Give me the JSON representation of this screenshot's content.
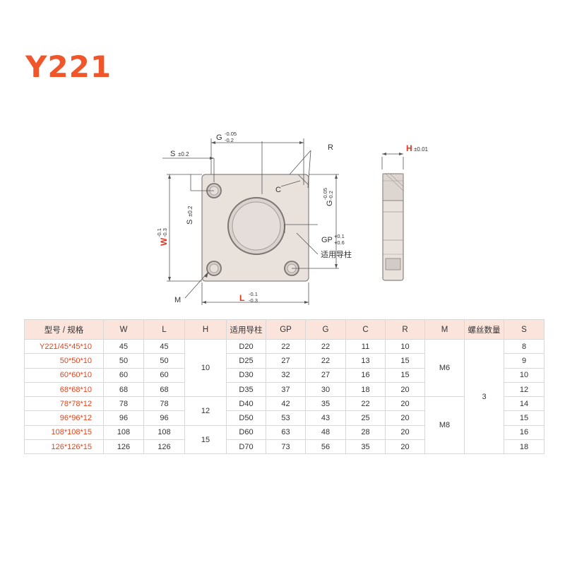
{
  "title": "Y221",
  "drawing": {
    "dim_g_top": "G",
    "dim_g_tol_upper": "-0.05",
    "dim_g_tol_lower": "-0.2",
    "dim_r": "R",
    "dim_s_top": "S",
    "dim_s_top_tol": "±0.2",
    "dim_s_side": "S",
    "dim_s_side_tol": "±0.2",
    "dim_c": "C",
    "dim_w": "W",
    "dim_w_tol_upper": "-0.1",
    "dim_w_tol_lower": "-0.3",
    "dim_g_side": "G",
    "dim_g_side_tol_upper": "-0.05",
    "dim_g_side_tol_lower": "-0.2",
    "dim_gp": "GP",
    "dim_gp_tol_upper": "+0.1",
    "dim_gp_tol_lower": "+0.6",
    "guide_post_label": "适用导柱",
    "dim_m": "M",
    "dim_l": "L",
    "dim_l_tol_upper": "-0.1",
    "dim_l_tol_lower": "-0.3",
    "dim_h": "H",
    "dim_h_tol": "±0.01",
    "accent_color": "#e8321e"
  },
  "table": {
    "headers": [
      "型号 / 规格",
      "W",
      "L",
      "H",
      "适用导柱",
      "GP",
      "G",
      "C",
      "R",
      "M",
      "螺丝数量",
      "S"
    ],
    "rows": [
      {
        "model": "Y221/45*45*10",
        "w": "45",
        "l": "45",
        "post": "D20",
        "gp": "22",
        "g": "22",
        "c": "11",
        "r": "10",
        "s": "8"
      },
      {
        "model": "50*50*10",
        "w": "50",
        "l": "50",
        "post": "D25",
        "gp": "27",
        "g": "22",
        "c": "13",
        "r": "15",
        "s": "9"
      },
      {
        "model": "60*60*10",
        "w": "60",
        "l": "60",
        "post": "D30",
        "gp": "32",
        "g": "27",
        "c": "16",
        "r": "15",
        "s": "10"
      },
      {
        "model": "68*68*10",
        "w": "68",
        "l": "68",
        "post": "D35",
        "gp": "37",
        "g": "30",
        "c": "18",
        "r": "20",
        "s": "12"
      },
      {
        "model": "78*78*12",
        "w": "78",
        "l": "78",
        "post": "D40",
        "gp": "42",
        "g": "35",
        "c": "22",
        "r": "20",
        "s": "14"
      },
      {
        "model": "96*96*12",
        "w": "96",
        "l": "96",
        "post": "D50",
        "gp": "53",
        "g": "43",
        "c": "25",
        "r": "20",
        "s": "15"
      },
      {
        "model": "108*108*15",
        "w": "108",
        "l": "108",
        "post": "D60",
        "gp": "63",
        "g": "48",
        "c": "28",
        "r": "20",
        "s": "16"
      },
      {
        "model": "126*126*15",
        "w": "126",
        "l": "126",
        "post": "D70",
        "gp": "73",
        "g": "56",
        "c": "35",
        "r": "20",
        "s": "18"
      }
    ],
    "merged": {
      "h_group1": "10",
      "h_group2": "12",
      "h_group3": "15",
      "m_group1": "M6",
      "m_group2": "M8",
      "screw_count": "3"
    }
  }
}
